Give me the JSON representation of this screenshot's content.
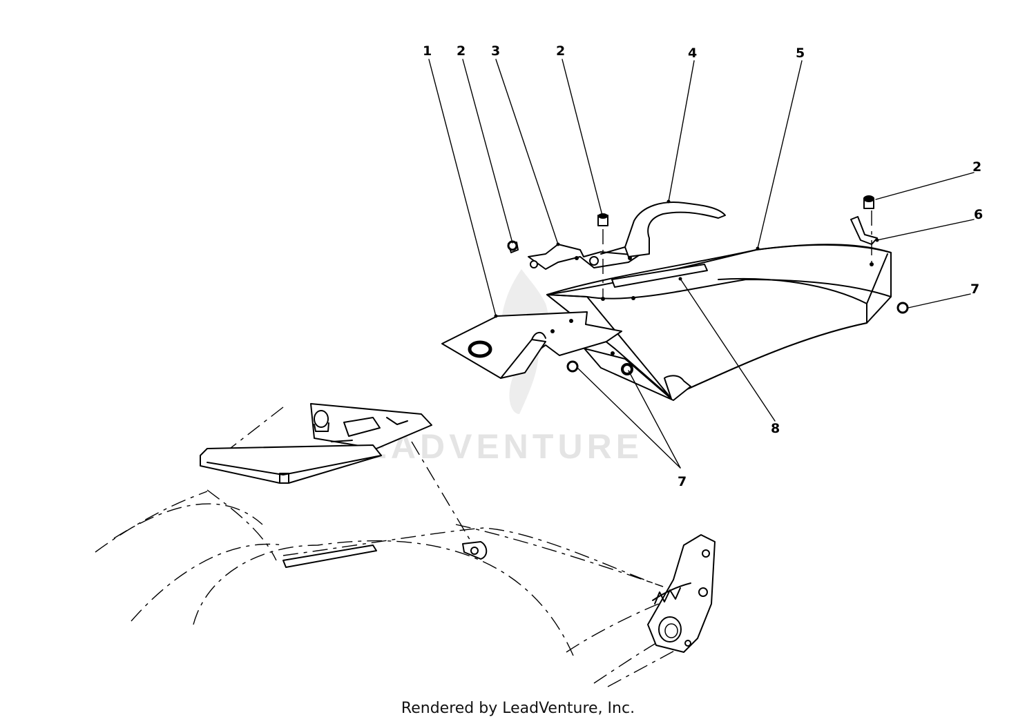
{
  "callouts": [
    {
      "label": "1"
    },
    {
      "label": "2"
    },
    {
      "label": "3"
    },
    {
      "label": "2"
    },
    {
      "label": "4"
    },
    {
      "label": "5"
    },
    {
      "label": "2"
    },
    {
      "label": "6"
    },
    {
      "label": "7"
    },
    {
      "label": "8"
    },
    {
      "label": "7"
    }
  ],
  "watermark": {
    "text": "LEADVENTURE"
  },
  "footer": {
    "text": "Rendered by LeadVenture, Inc."
  }
}
